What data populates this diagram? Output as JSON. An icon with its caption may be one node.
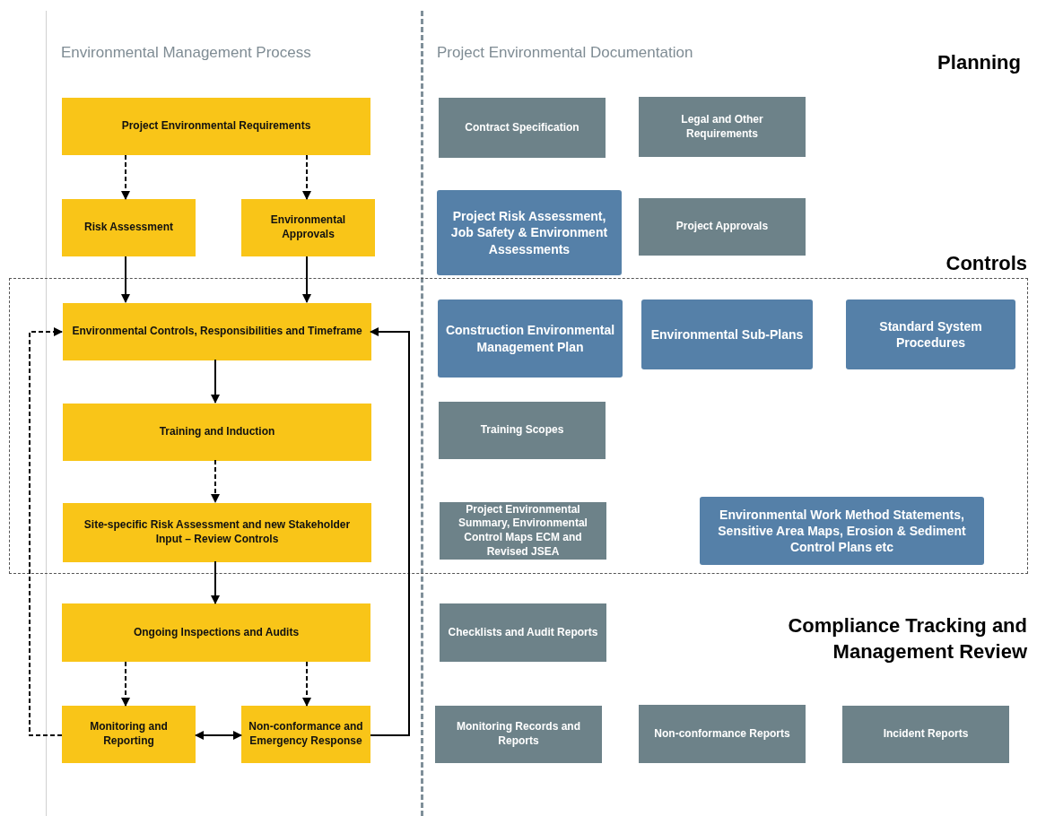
{
  "diagram": {
    "nodes": [
      {
        "text": [
          "Project Environmental Requirements"
        ]
      },
      {
        "text": [
          "Risk Assessment"
        ]
      },
      {
        "text": [
          "Environmental Approvals"
        ]
      },
      {
        "text": [
          "Controls"
        ]
      },
      {
        "text": [
          "Environmental Controls, Responsibilities and Timeframe"
        ],
        "in": 3
      },
      {
        "text": [
          "Training and Induction"
        ],
        "in": 3
      },
      {
        "text": [
          "Site-specific Risk Assessment and new Stakeholder Input – Review Controls"
        ],
        "in": 3
      },
      {
        "text": [
          "Ongoing Inspections and Audits"
        ]
      },
      {
        "text": [
          "Monitoring and Reporting"
        ]
      },
      {
        "text": [
          "Non-conformance and Emergency Response"
        ]
      },
      {
        "text": [
          "Contract Specification"
        ]
      },
      {
        "text": [
          "Legal and Other Requirements"
        ]
      },
      {
        "text": [
          "Project Risk Assessment, Job Safety & Environment Assessments"
        ]
      },
      {
        "text": [
          "Project Approvals"
        ]
      },
      {
        "text": [
          "Construction Environmental Management Plan"
        ],
        "in": 3
      },
      {
        "text": [
          "Environmental Sub-Plans"
        ],
        "in": 3
      },
      {
        "text": [
          "Standard System Procedures"
        ],
        "in": 3
      },
      {
        "text": [
          "Training Scopes"
        ],
        "in": 3
      },
      {
        "text": [
          "Project Environmental Summary, Environmental Control Maps ECM and Revised JSEA"
        ],
        "in": 3
      },
      {
        "text": [
          "Environmental Work Method Statements, Sensitive Area Maps, Erosion & Sediment Control Plans etc"
        ],
        "in": 3
      },
      {
        "text": [
          "Checklists and Audit Reports"
        ]
      },
      {
        "text": [
          "Monitoring Records and Reports"
        ]
      },
      {
        "text": [
          "Non-conformance Reports"
        ]
      },
      {
        "text": [
          "Incident Reports"
        ]
      }
    ],
    "edges": [
      {
        "from": 0,
        "to": 1,
        "arrow": "to",
        "style": "dashed"
      },
      {
        "from": 0,
        "to": 2,
        "arrow": "to",
        "style": "dashed"
      },
      {
        "from": 1,
        "to": 4,
        "arrow": "to"
      },
      {
        "from": 2,
        "to": 4,
        "arrow": "to"
      },
      {
        "from": 4,
        "to": 5,
        "arrow": "to"
      },
      {
        "from": 5,
        "to": 6,
        "arrow": "to",
        "style": "dashed"
      },
      {
        "from": 6,
        "to": 7,
        "arrow": "to"
      },
      {
        "from": 7,
        "to": 8,
        "arrow": "to",
        "style": "dashed"
      },
      {
        "from": 7,
        "to": 9,
        "arrow": "to",
        "style": "dashed"
      },
      {
        "from": 8,
        "to": 9,
        "arrow": "both"
      },
      {
        "from": 8,
        "to": 4,
        "arrow": "to",
        "style": "dashed"
      },
      {
        "from": 9,
        "to": 4,
        "arrow": "to"
      }
    ],
    "labels": [
      "Environmental Management Process",
      "Project Environmental Documentation",
      "Planning",
      "Compliance Tracking and Management Review"
    ]
  }
}
